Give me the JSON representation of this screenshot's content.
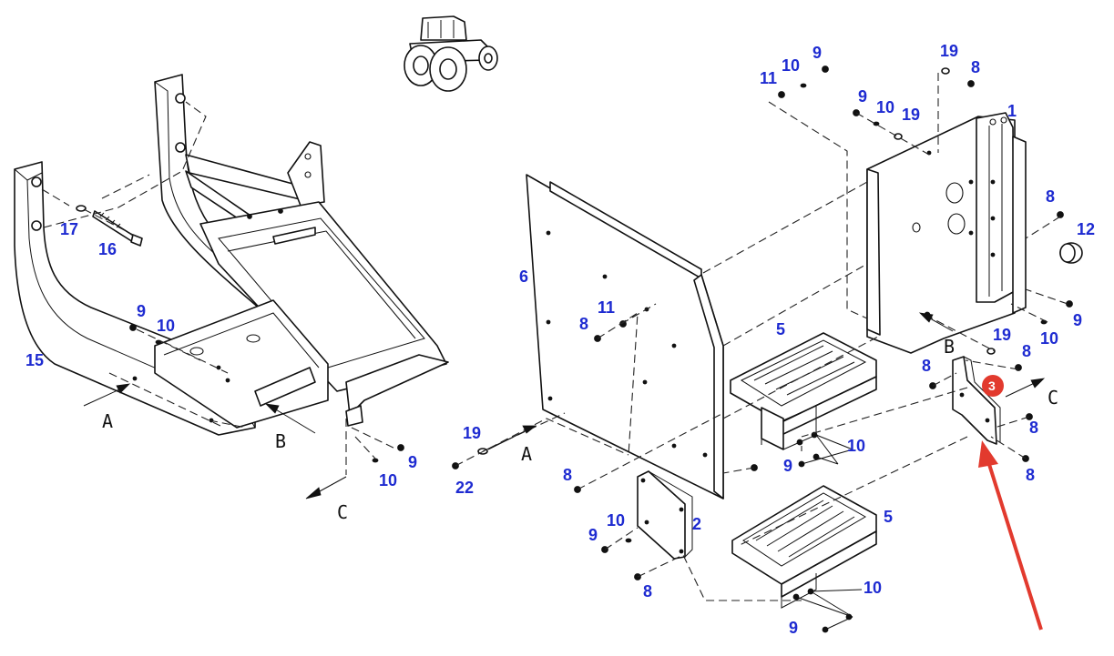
{
  "figure": {
    "highlight_color": "#e23a2e",
    "label_color": "#1e2bd1",
    "highlighted_part": "3"
  },
  "labels": {
    "l15": "15",
    "l16": "16",
    "l17": "17",
    "l9a": "9",
    "l10a": "10",
    "l9b": "9",
    "l10b": "10",
    "l19a": "19",
    "l22": "22",
    "l6": "6",
    "l8a": "8",
    "l11a": "11",
    "l11b": "11",
    "l10c": "10",
    "l9c": "9",
    "l9d": "9",
    "l10d": "10",
    "l19b": "19",
    "l19c": "19",
    "l8b": "8",
    "l1": "1",
    "l8c": "8",
    "l12": "12",
    "l9e": "9",
    "l19d": "19",
    "l8d": "8",
    "l10e": "10",
    "l8e": "8",
    "l3": "3",
    "l8f": "8",
    "l8g": "8",
    "l5a": "5",
    "l10f": "10",
    "l9f": "9",
    "l8h": "8",
    "l2": "2",
    "l9g": "9",
    "l10g": "10",
    "l8i": "8",
    "l5b": "5",
    "l10h": "10",
    "l9h": "9"
  },
  "reference_letters": {
    "a1": "A",
    "b1": "B",
    "c1": "C",
    "a2": "A",
    "b2": "B",
    "c2": "C"
  }
}
